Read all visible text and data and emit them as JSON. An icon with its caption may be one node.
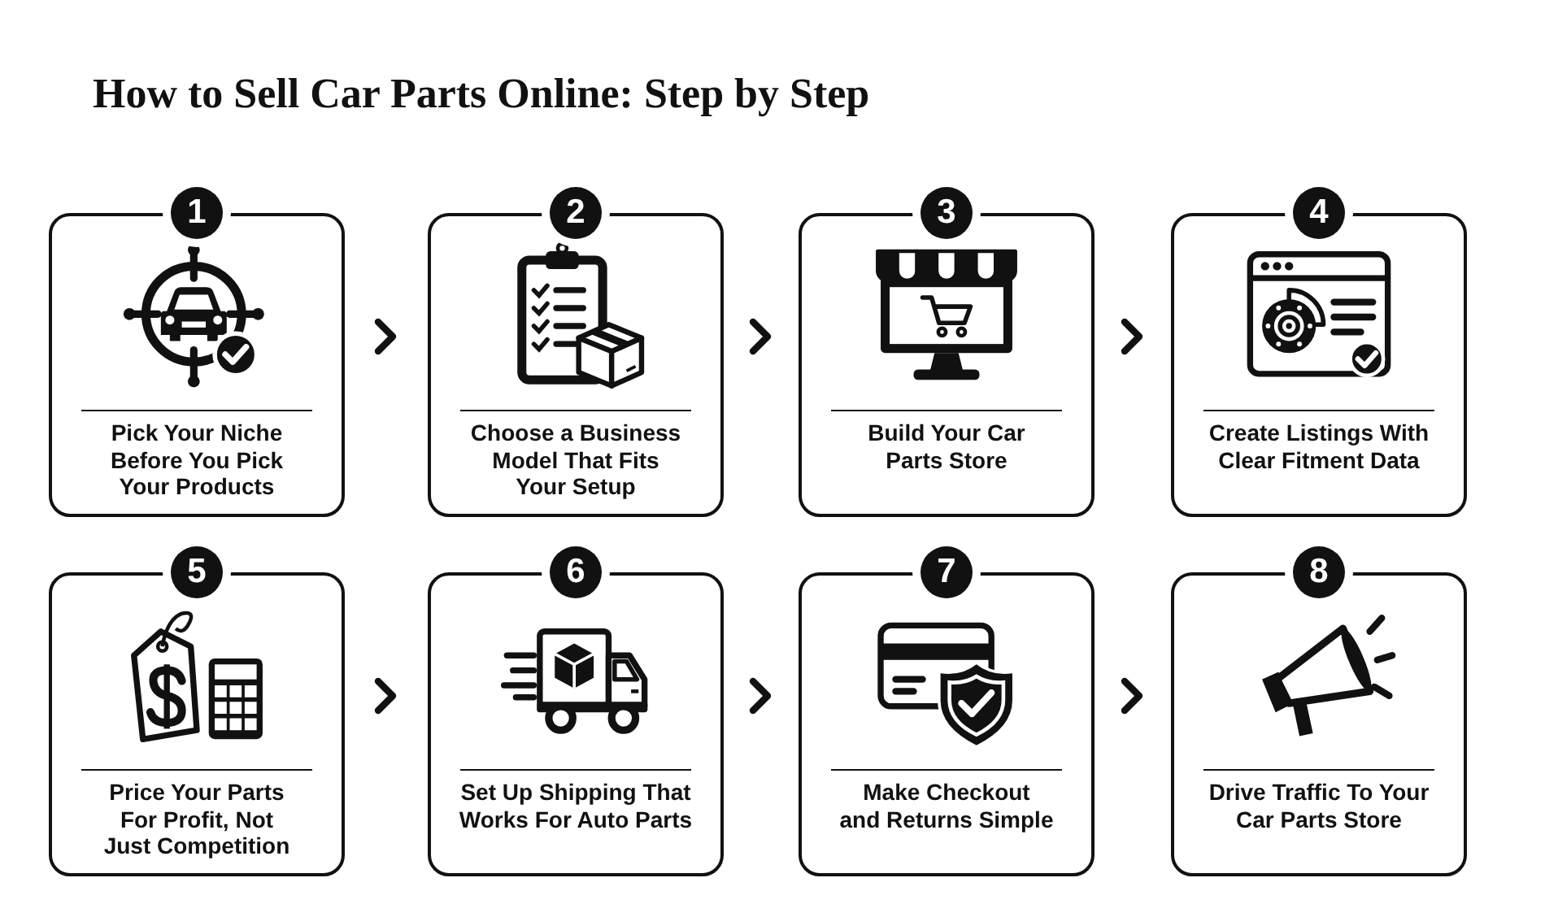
{
  "diagram": {
    "title": "How to Sell Car Parts Online: Step by Step",
    "nodes": [
      {
        "text": [
          "1",
          "Pick Your Niche Before You Pick Your Products"
        ]
      },
      {
        "text": [
          "2",
          "Choose a Business Model That Fits Your Setup"
        ]
      },
      {
        "text": [
          "3",
          "Build Your Car Parts Store"
        ]
      },
      {
        "text": [
          "4",
          "Create Listings With Clear Fitment Data"
        ]
      },
      {
        "text": [
          "5",
          "Price Your Parts For Profit, Not Just Competition"
        ]
      },
      {
        "text": [
          "6",
          "Set Up Shipping That Works For Auto Parts"
        ]
      },
      {
        "text": [
          "7",
          "Make Checkout and Returns Simple"
        ]
      },
      {
        "text": [
          "8",
          "Drive Traffic To Your Car Parts Store"
        ]
      }
    ],
    "edges": [
      {
        "from": 0,
        "to": 1,
        "arrow": "to"
      },
      {
        "from": 1,
        "to": 2,
        "arrow": "to"
      },
      {
        "from": 2,
        "to": 3,
        "arrow": "to"
      },
      {
        "from": 4,
        "to": 5,
        "arrow": "to"
      },
      {
        "from": 5,
        "to": 6,
        "arrow": "to"
      },
      {
        "from": 6,
        "to": 7,
        "arrow": "to"
      }
    ]
  }
}
